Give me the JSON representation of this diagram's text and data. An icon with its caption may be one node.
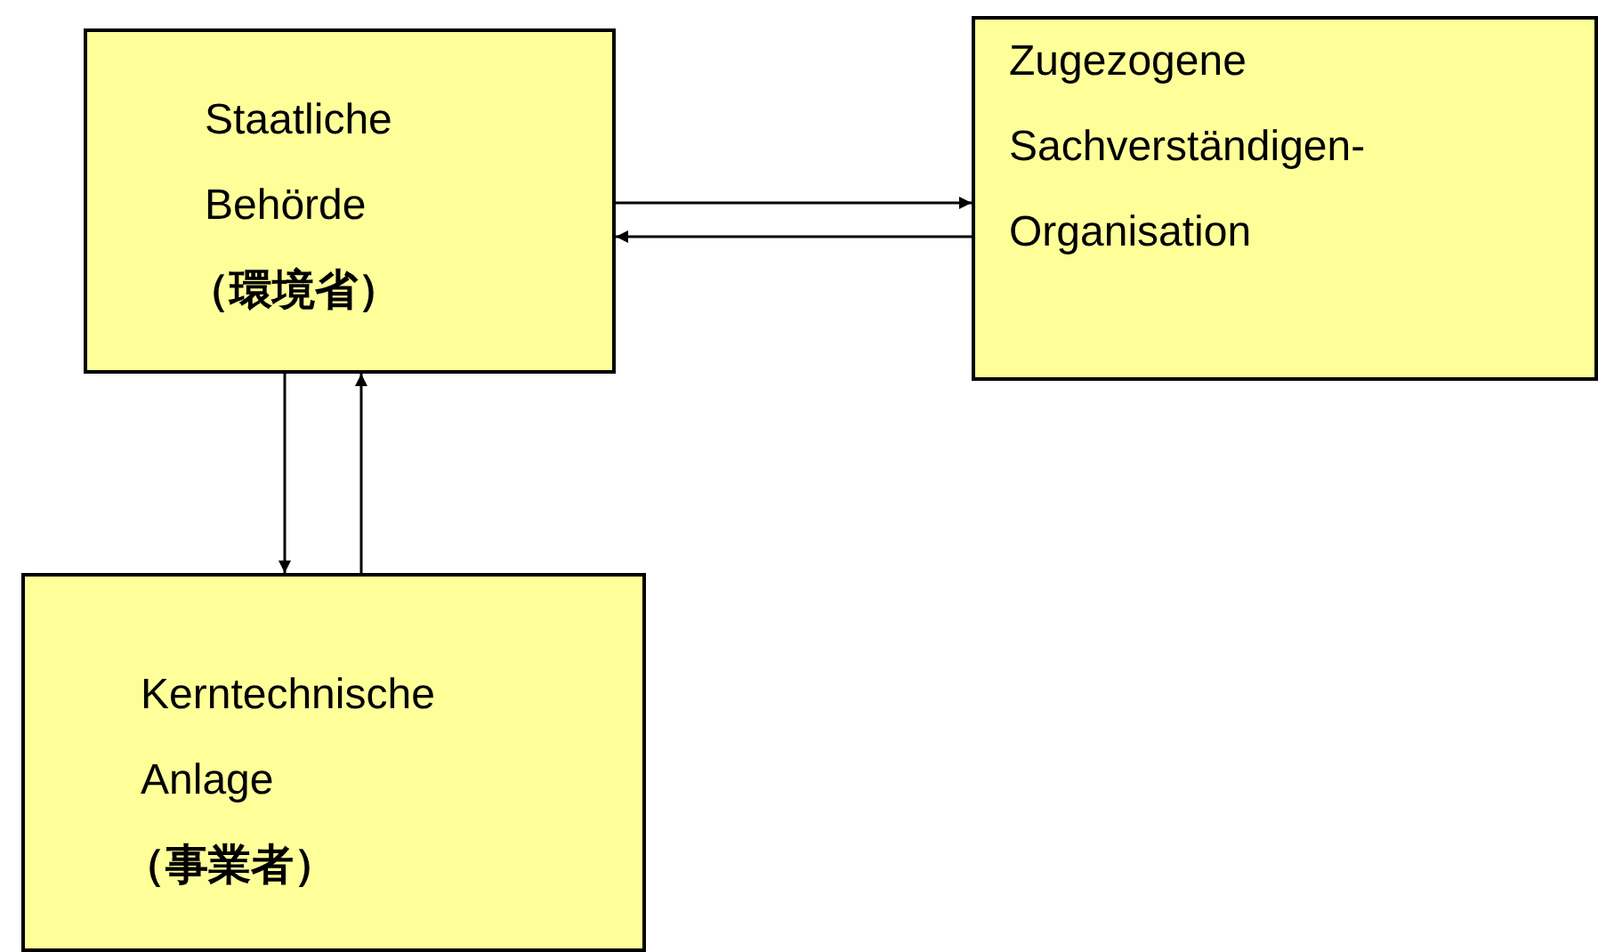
{
  "diagram": {
    "nodes": [
      {
        "text": [
          "Staatliche Behörde",
          "（環境省）"
        ]
      },
      {
        "text": [
          "Zugezogene Sachverständigen-Organisation"
        ]
      },
      {
        "text": [
          "Kerntechnische Anlage",
          "（事業者）"
        ]
      }
    ],
    "edges": [
      {
        "from": 0,
        "to": 1,
        "arrow": "to"
      },
      {
        "from": 1,
        "to": 0,
        "arrow": "to"
      },
      {
        "from": 0,
        "to": 2,
        "arrow": "to"
      },
      {
        "from": 2,
        "to": 0,
        "arrow": "to"
      }
    ]
  }
}
